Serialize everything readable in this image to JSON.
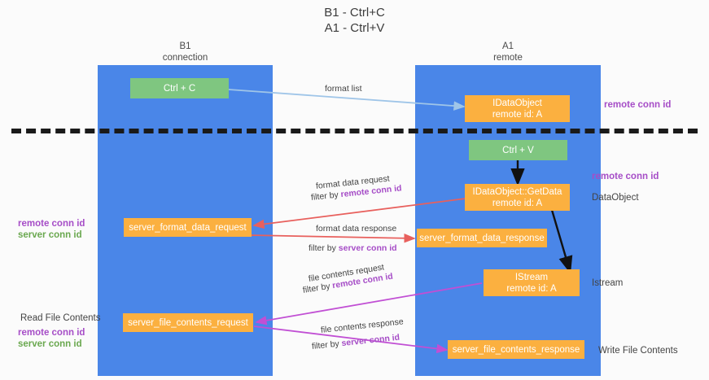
{
  "title": {
    "line1": "B1 - Ctrl+C",
    "line2": "A1 - Ctrl+V"
  },
  "columns": [
    {
      "name": "B1",
      "role": "connection"
    },
    {
      "name": "A1",
      "role": "remote"
    }
  ],
  "nodes": {
    "ctrl_c": {
      "label": "Ctrl + C",
      "color": "#7fc680"
    },
    "idataobject_top": {
      "label": "IDataObject",
      "sub": "remote id: A",
      "color": "#fbb040"
    },
    "ctrl_v": {
      "label": "Ctrl + V",
      "color": "#7fc680"
    },
    "getdata": {
      "label": "IDataObject::GetData",
      "sub": "remote id: A",
      "color": "#fbb040"
    },
    "server_format_data_request": {
      "label": "server_format_data_request",
      "color": "#fbb040"
    },
    "server_format_data_response": {
      "label": "server_format_data_response",
      "color": "#fbb040"
    },
    "istream": {
      "label": "IStream",
      "sub": "remote id: A",
      "color": "#fbb040"
    },
    "server_file_contents_request": {
      "label": "server_file_contents_request",
      "color": "#fbb040"
    },
    "server_file_contents_response": {
      "label": "server_file_contents_response",
      "color": "#fbb040"
    }
  },
  "edge_labels": {
    "format_list": "format list",
    "format_data_request": "format data request",
    "format_data_request_filter_prefix": "filter by ",
    "format_data_request_filter_key": "remote conn id",
    "format_data_response": "format data response",
    "format_data_response_filter_prefix": "filter by ",
    "format_data_response_filter_key": "server conn id",
    "file_contents_request": "file contents request",
    "file_contents_request_filter_prefix": "filter by ",
    "file_contents_request_filter_key": "remote conn id",
    "file_contents_response": "file contents response",
    "file_contents_response_filter_prefix": "filter by ",
    "file_contents_response_filter_key": "server conn id"
  },
  "annotations": {
    "right_remote_conn_id_top": "remote conn id",
    "right_remote_conn_id_mid": "remote conn id",
    "right_dataobject": "DataObject",
    "right_istream": "Istream",
    "right_write_file_contents": "Write File Contents",
    "left_remote_conn_id": "remote conn id",
    "left_server_conn_id": "server conn id",
    "left_read_file_contents": "Read File Contents",
    "left_remote_conn_id_2": "remote conn id",
    "left_server_conn_id_2": "server conn id"
  },
  "colors": {
    "lane": "#4a86e8",
    "green_box": "#7fc680",
    "orange_box": "#fbb040",
    "purple": "#a64dc7",
    "green_text": "#6aa84f",
    "red_arrow": "#e8605d",
    "blue_arrow": "#9fc5e8",
    "magenta_arrow": "#c14fd4",
    "black_arrow": "#111111",
    "dashed_line": "#1a1a1a",
    "background": "#fbfbfb"
  }
}
